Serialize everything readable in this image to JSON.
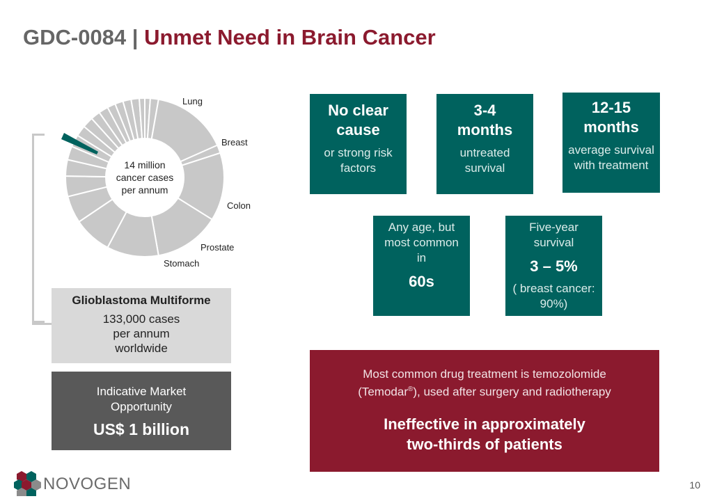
{
  "header": {
    "title_left": "GDC-0084",
    "title_sep": " | ",
    "title_right": "Unmet Need in Brain Cancer"
  },
  "donut": {
    "center_lines": [
      "14 million",
      "cancer cases",
      "per annum"
    ],
    "labels": [
      "Lung",
      "Breast",
      "Colon",
      "Prostate",
      "Stomach"
    ],
    "colors": {
      "segment": "#c8c8c8",
      "highlight": "#00625e"
    }
  },
  "stats": [
    {
      "head": "No clear cause",
      "sub": "or strong risk factors"
    },
    {
      "head": "3-4 months",
      "sub": "untreated survival"
    },
    {
      "head": "12-15 months",
      "sub": "average survival with treatment"
    }
  ],
  "age_box": {
    "text": "Any age, but most common in",
    "value": "60s"
  },
  "survival_box": {
    "text": "Five-year survival",
    "value": "3 – 5%",
    "note": "( breast cancer: 90%)"
  },
  "gbm": {
    "title": "Glioblastoma Multiforme",
    "text": "133,000 cases per annum worldwide"
  },
  "market": {
    "text": "Indicative Market Opportunity",
    "value": "US$ 1 billion"
  },
  "treatment": {
    "line1": "Most common drug treatment is temozolomide",
    "line2_pre": "(Temodar",
    "line2_sup": "®",
    "line2_post": "), used after surgery and radiotherapy",
    "bold": "Ineffective in approximately two-thirds of patients"
  },
  "logo": {
    "text": "NOVOGEN"
  },
  "page_number": "10",
  "colors": {
    "teal": "#00625e",
    "maroon": "#8b1a2e",
    "gray_dark": "#595959",
    "gray_light": "#d9d9d9"
  }
}
